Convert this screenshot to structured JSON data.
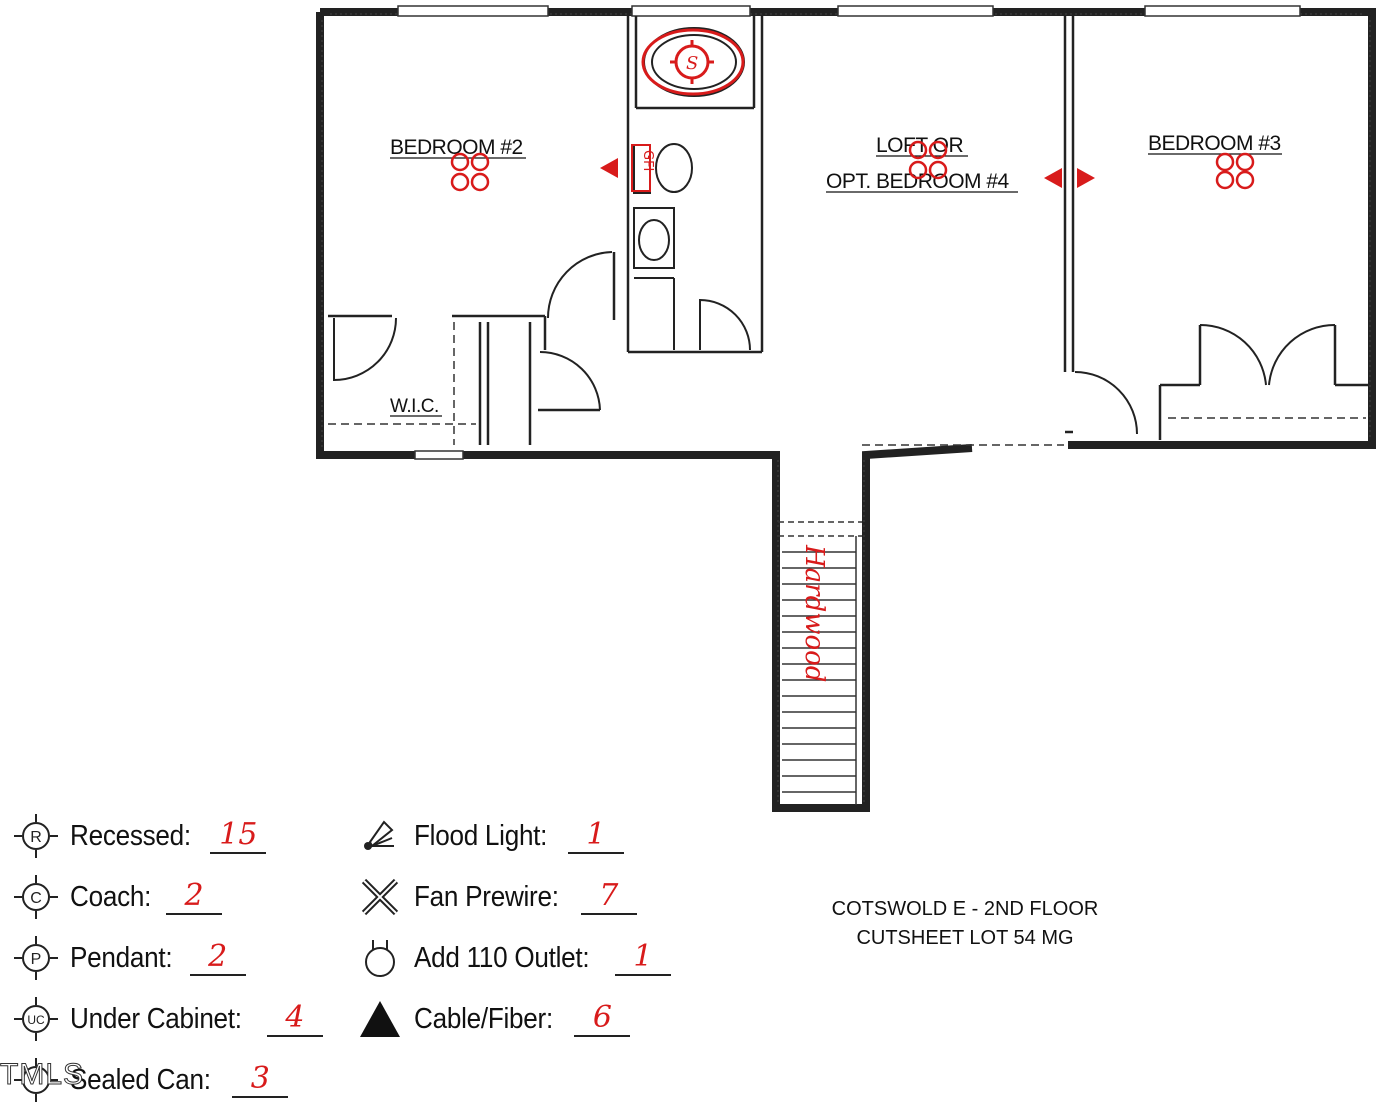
{
  "rooms": {
    "bedroom2": "BEDROOM #2",
    "loft_line1": "LOFT OR",
    "loft_line2": "OPT. BEDROOM #4",
    "bedroom3": "BEDROOM #3",
    "wic": "W.I.C."
  },
  "annotations": {
    "smoke_detector": "S",
    "stair_floor": "Hardwood",
    "bath_note": "GFI"
  },
  "legend": [
    {
      "label": "Recessed:",
      "value": "15",
      "icon": "recessed-R-icon",
      "icon_letter": "R"
    },
    {
      "label": "Coach:",
      "value": "2",
      "icon": "coach-C-icon",
      "icon_letter": "C"
    },
    {
      "label": "Pendant:",
      "value": "2",
      "icon": "pendant-P-icon",
      "icon_letter": "P"
    },
    {
      "label": "Under Cabinet:",
      "value": "4",
      "icon": "under-cabinet-UC-icon",
      "icon_letter": "UC"
    },
    {
      "label": "Sealed Can:",
      "value": "3",
      "icon": "sealed-can-icon",
      "icon_letter": ""
    },
    {
      "label": "Flood Light:",
      "value": "1",
      "icon": "flood-light-icon"
    },
    {
      "label": "Fan Prewire:",
      "value": "7",
      "icon": "fan-prewire-x-icon"
    },
    {
      "label": "Add 110 Outlet:",
      "value": "1",
      "icon": "outlet-icon"
    },
    {
      "label": "Cable/Fiber:",
      "value": "6",
      "icon": "cable-fiber-triangle-icon"
    }
  ],
  "caption": {
    "line1": "COTSWOLD E - 2ND FLOOR",
    "line2": "CUTSHEET LOT 54 MG"
  },
  "watermark": "TMLS",
  "colors": {
    "ink": "#111111",
    "markup_red": "#d81b1b"
  }
}
